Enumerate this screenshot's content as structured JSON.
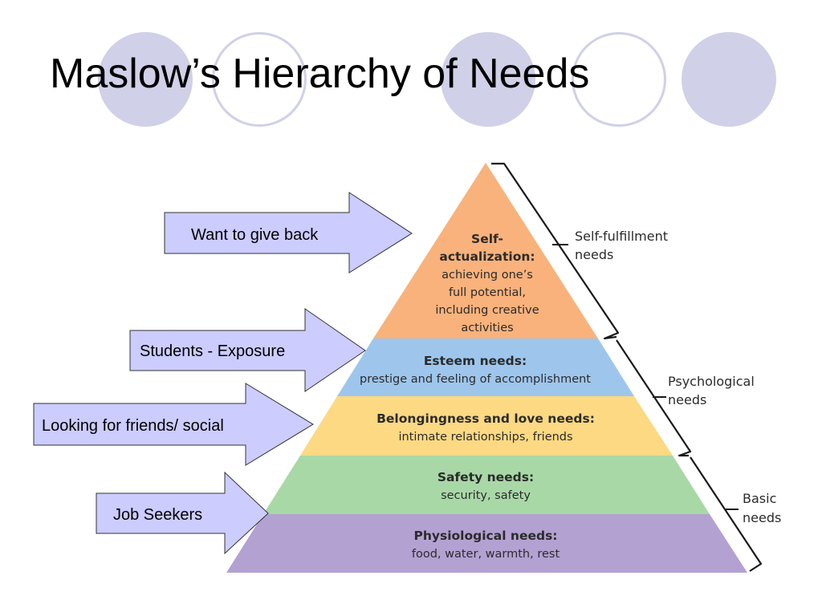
{
  "slide": {
    "title": "Maslow’s Hierarchy of Needs"
  },
  "colors": {
    "circle_fill": "#d0d0e8",
    "arrow_fill": "#ccccff",
    "tier_self_actualization": "#f9b27b",
    "tier_esteem": "#9ec6ec",
    "tier_belongingness": "#fcd982",
    "tier_safety": "#a9d8a7",
    "tier_physiological": "#b3a1d2"
  },
  "pyramid": {
    "tiers": [
      {
        "id": "self-actualization",
        "heading_lines": [
          "Self-",
          "actualization:"
        ],
        "body_lines": [
          "achieving one’s",
          "full potential,",
          "including creative",
          "activities"
        ]
      },
      {
        "id": "esteem",
        "heading_lines": [
          "Esteem needs:"
        ],
        "body_lines": [
          "prestige and feeling of accomplishment"
        ]
      },
      {
        "id": "belongingness",
        "heading_lines": [
          "Belongingness and love needs:"
        ],
        "body_lines": [
          "intimate relationships, friends"
        ]
      },
      {
        "id": "safety",
        "heading_lines": [
          "Safety needs:"
        ],
        "body_lines": [
          "security, safety"
        ]
      },
      {
        "id": "physiological",
        "heading_lines": [
          "Physiological needs:"
        ],
        "body_lines": [
          "food, water, warmth, rest"
        ]
      }
    ],
    "groups": [
      {
        "id": "self-fulfillment",
        "lines": [
          "Self-fulfillment",
          "needs"
        ]
      },
      {
        "id": "psychological",
        "lines": [
          "Psychological",
          "needs"
        ]
      },
      {
        "id": "basic",
        "lines": [
          "Basic",
          "needs"
        ]
      }
    ]
  },
  "arrows": [
    {
      "id": "give-back",
      "label": "Want to give back"
    },
    {
      "id": "students",
      "label": "Students - Exposure"
    },
    {
      "id": "friends",
      "label": "Looking for friends/ social"
    },
    {
      "id": "job-seekers",
      "label": "Job Seekers"
    }
  ]
}
